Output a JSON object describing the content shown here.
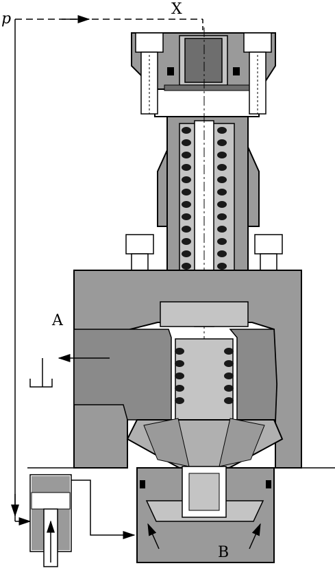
{
  "labels": {
    "pressure": "p",
    "pilot": "X",
    "port_a": "A",
    "port_b": "B"
  },
  "colors": {
    "body": "#9a9a9a",
    "body_light": "#c4c4c4",
    "body_dark": "#6e6e6e",
    "spring": "#1a1a1a",
    "line": "#000000",
    "background": "#ffffff"
  }
}
